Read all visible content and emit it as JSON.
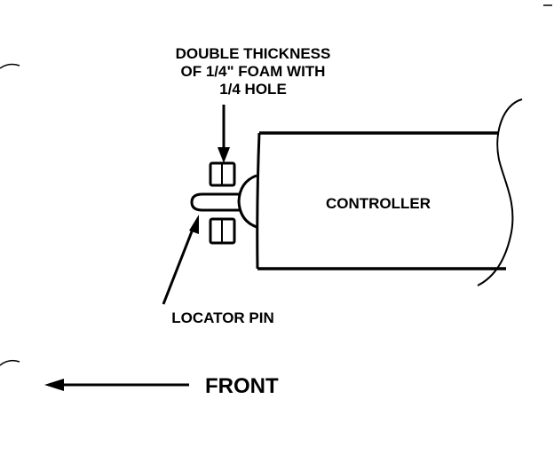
{
  "diagram": {
    "foam_callout": {
      "line1": "DOUBLE THICKNESS",
      "line2": "OF 1/4\" FOAM WITH",
      "line3": "1/4 HOLE"
    },
    "controller_label": "CONTROLLER",
    "locator_pin_label": "LOCATOR PIN",
    "front_label": "FRONT"
  },
  "colors": {
    "ink": "#000000",
    "paper": "#ffffff"
  }
}
